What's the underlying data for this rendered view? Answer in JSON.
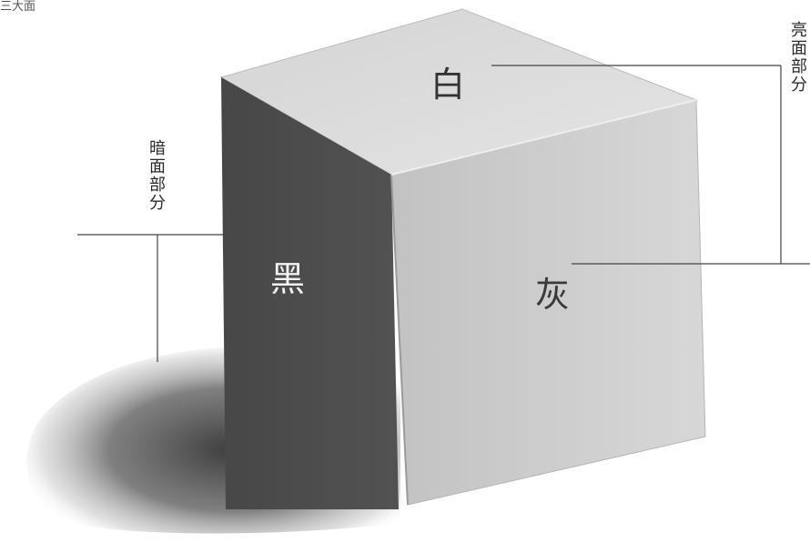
{
  "corner_text": "三大面",
  "labels": {
    "top": "白",
    "front": "灰",
    "dark": "黑",
    "bright_part": "亮面部分",
    "dark_part": "暗面部分"
  },
  "colors": {
    "top_face": "#dddddd",
    "front_face": "#cbcbcb",
    "dark_face": "#4d4d4d",
    "shadow": "#3a3a3a",
    "line": "#444444"
  }
}
